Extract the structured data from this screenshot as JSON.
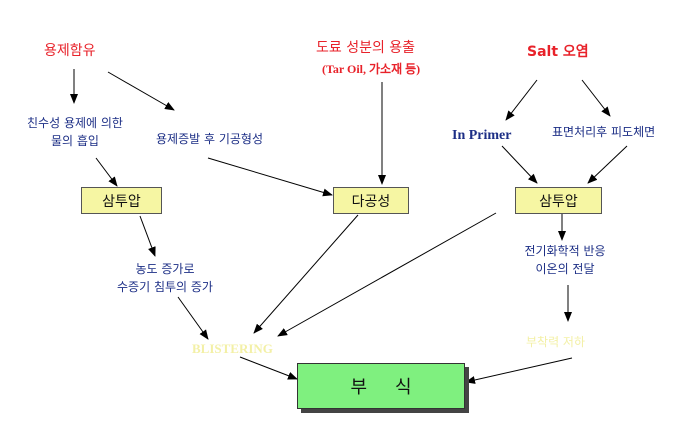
{
  "diagram": {
    "sources": {
      "solvent": "용제함유",
      "paint": "도료 성분의 용출",
      "paint_sub": "(Tar Oil, 가소재 등)",
      "salt": "Salt 오염"
    },
    "mechanisms": {
      "hydrophilic_line1": "친수성 용제에 의한",
      "hydrophilic_line2": "물의 흡입",
      "evaporation": "용제증발 후 기공형성",
      "in_primer": "In Primer",
      "surface": "표면처리후 피도체면"
    },
    "boxes": {
      "osmotic_left": "삼투압",
      "porosity": "다공성",
      "osmotic_right": "삼투압",
      "corrosion": "부식"
    },
    "effects": {
      "concentration_line1": "농도 증가로",
      "concentration_line2": "수증기 침투의 증가",
      "electro_line1": "전기화학적 반응",
      "electro_line2": "이온의 전달",
      "blistering": "BLISTERING",
      "adhesion": "부착력 저하"
    }
  }
}
